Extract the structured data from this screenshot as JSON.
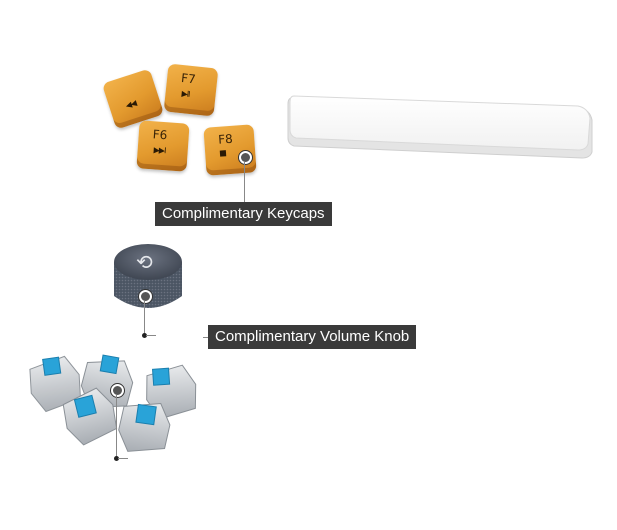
{
  "keycaps": {
    "items": [
      {
        "legend": "F7",
        "glyph": "▶II"
      },
      {
        "legend": "F6",
        "glyph": "▶▶I"
      },
      {
        "legend": "F8",
        "glyph": "■"
      },
      {
        "legend": "",
        "glyph": "◀◀"
      }
    ],
    "label": "Complimentary Keycaps"
  },
  "knob": {
    "label": "Complimentary Volume Knob",
    "icon": "rotate-arrows-icon"
  },
  "colors": {
    "keycap_orange": "#e39a2e",
    "label_bg": "#3a3a3a",
    "label_text": "#ffffff",
    "switch_blue": "#29a3d8",
    "knob_gray": "#4b5563"
  }
}
